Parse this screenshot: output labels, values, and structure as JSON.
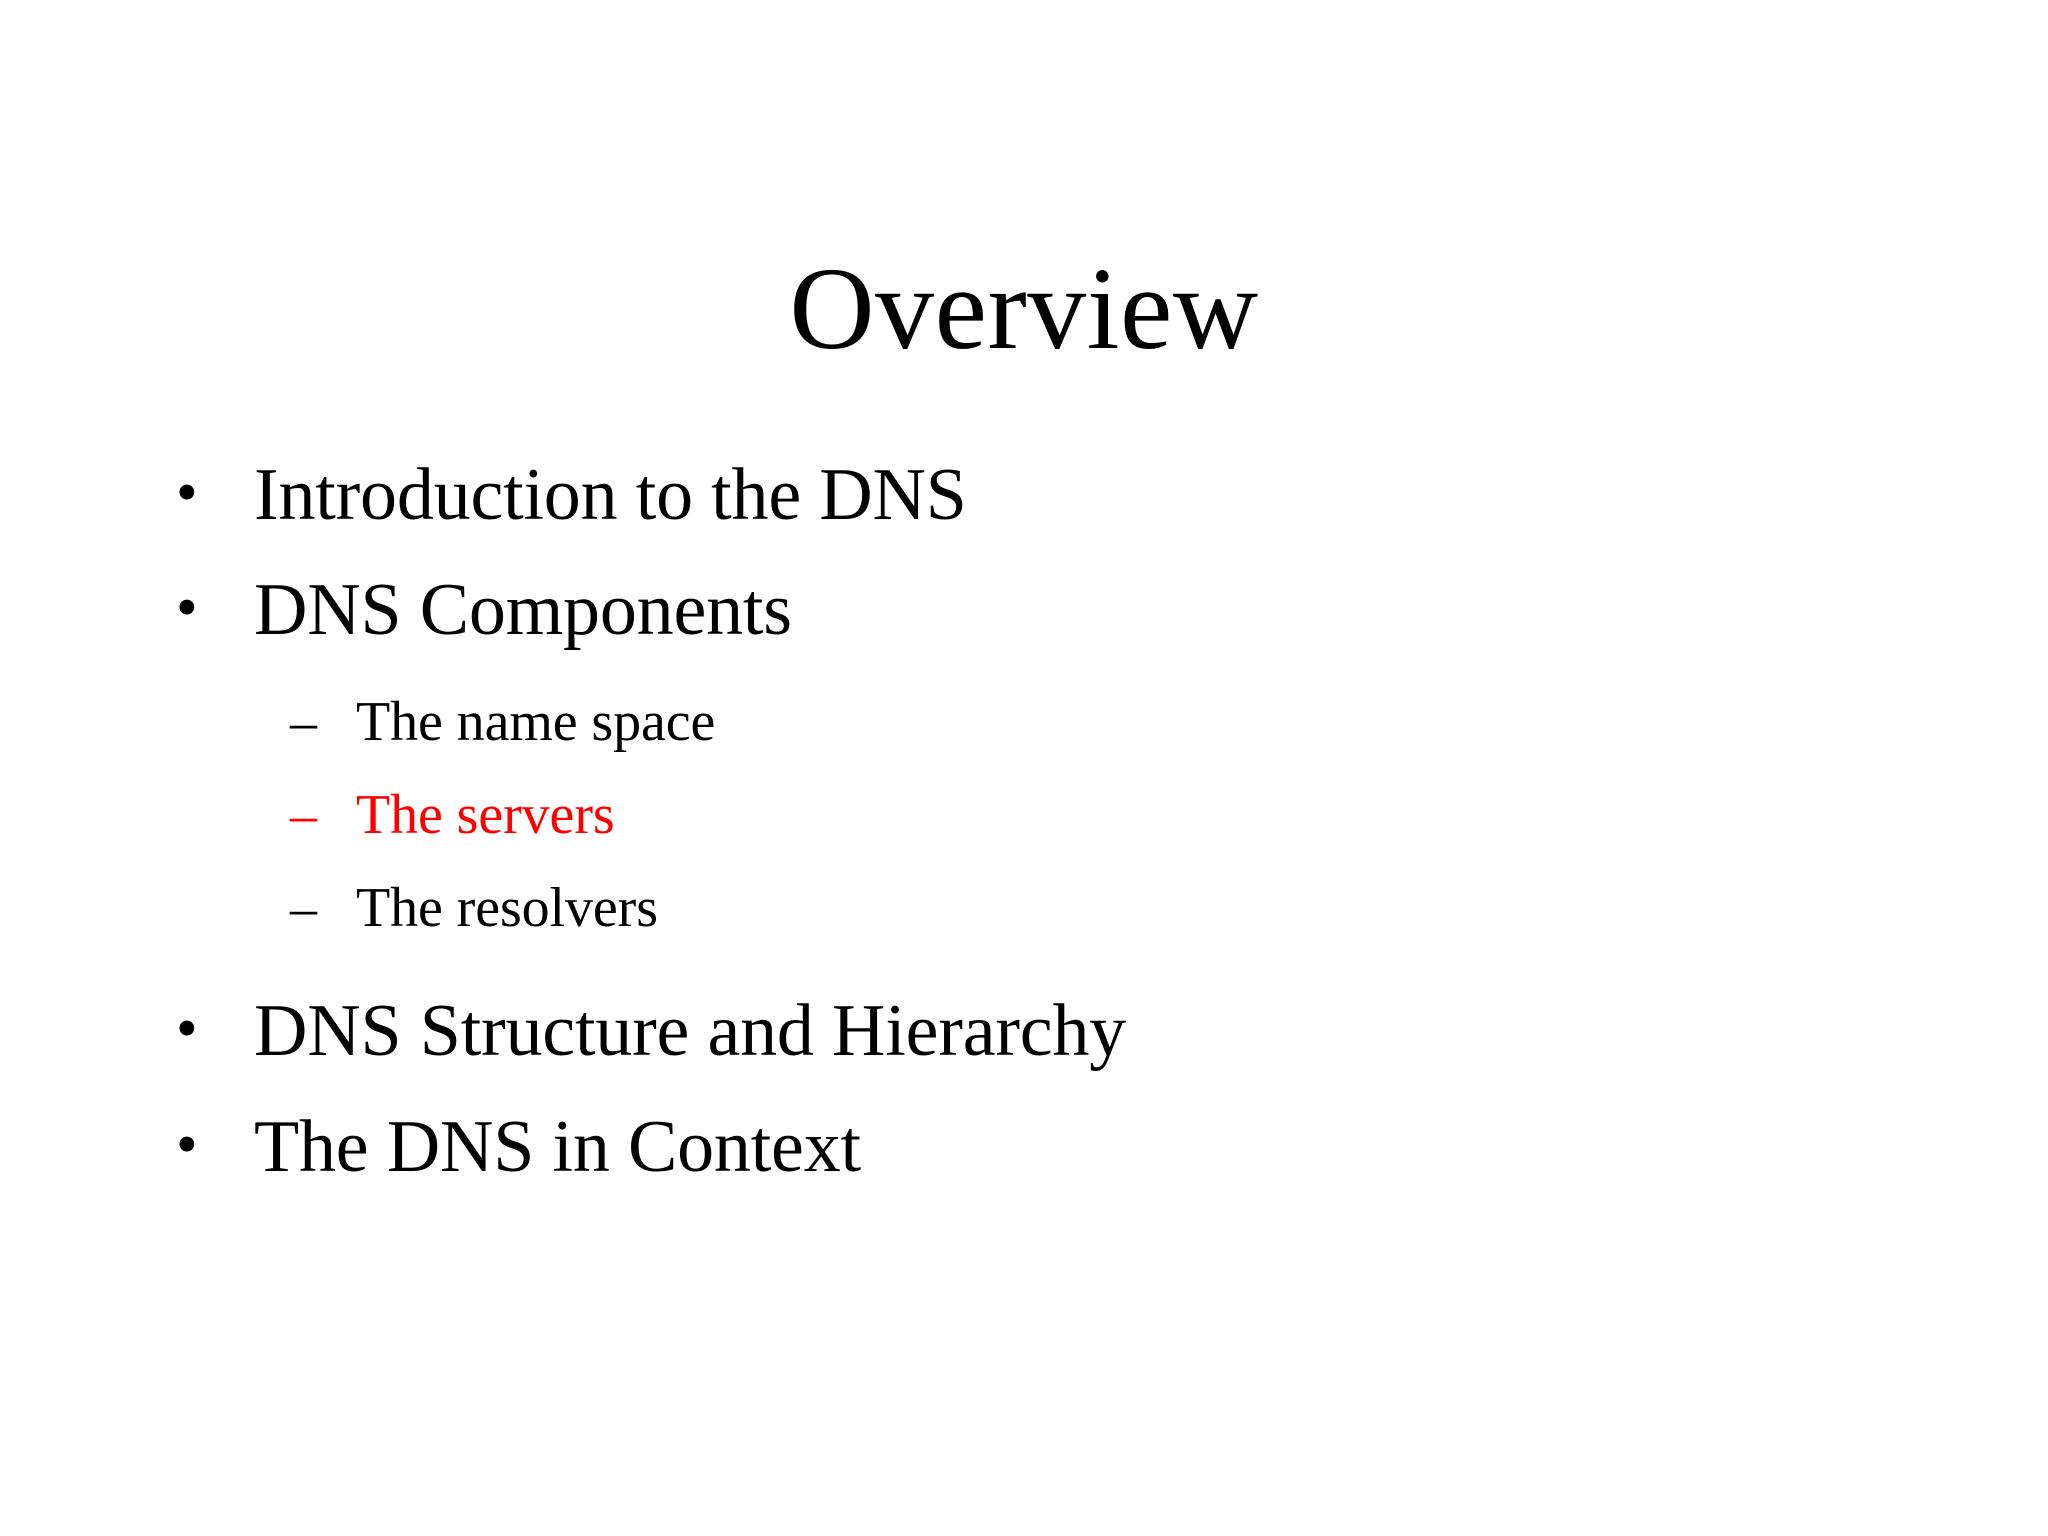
{
  "slide": {
    "title": "Overview",
    "background_color": "#ffffff",
    "default_text_color": "#000000",
    "highlight_color": "#ff0000",
    "bullet_glyph_level1": "•",
    "bullet_glyph_level2": "–",
    "items": [
      {
        "level": 1,
        "marker": "•",
        "text": "Introduction to the DNS",
        "color": "#000000"
      },
      {
        "level": 1,
        "marker": "•",
        "text": "DNS Components",
        "color": "#000000"
      },
      {
        "level": 2,
        "marker": "–",
        "text": "The name space",
        "color": "#000000"
      },
      {
        "level": 2,
        "marker": "–",
        "text": "The servers",
        "color": "#ff0000"
      },
      {
        "level": 2,
        "marker": "–",
        "text": "The resolvers",
        "color": "#000000"
      },
      {
        "level": 1,
        "marker": "•",
        "text": "DNS Structure and Hierarchy",
        "color": "#000000"
      },
      {
        "level": 1,
        "marker": "•",
        "text": "The DNS in Context",
        "color": "#000000"
      }
    ]
  }
}
